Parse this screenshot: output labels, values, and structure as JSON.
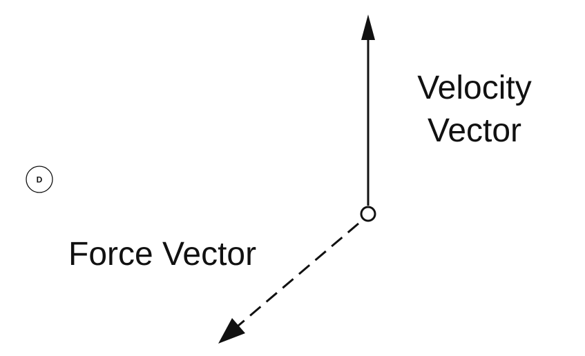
{
  "badge": {
    "letter": "D"
  },
  "velocity": {
    "line1": "Velocity",
    "line2": "Vector"
  },
  "force": {
    "label": "Force Vector"
  },
  "colors": {
    "ink": "#111111",
    "background": "#ffffff"
  }
}
